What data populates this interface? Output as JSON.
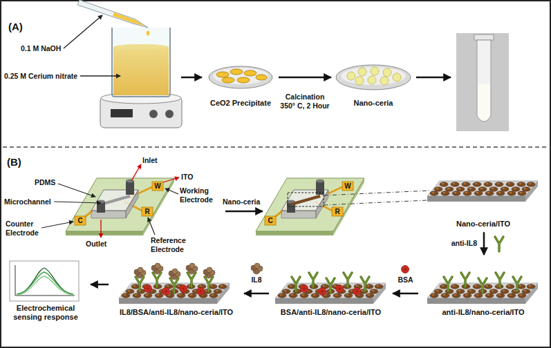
{
  "diagram": {
    "nodes": [
      {
        "text": [
          "CeO2 Precipitate"
        ]
      },
      {
        "text": [
          "Nano-ceria"
        ]
      },
      {
        "text": [
          "Nano-ceria/ITO"
        ]
      },
      {
        "text": [
          "anti-IL8/nano-ceria/ITO"
        ]
      },
      {
        "text": [
          "BSA/anti-IL8/nano-ceria/ITO"
        ]
      },
      {
        "text": [
          "IL8/BSA/anti-IL8/nano-ceria/ITO"
        ]
      },
      {
        "text": [
          "Electrochemical sensing response"
        ]
      }
    ],
    "edges": [
      {
        "from": 0,
        "to": 1,
        "label": "Calcination 350° C, 2 Hour",
        "arrow": "to"
      },
      {
        "from": 2,
        "to": 3,
        "label": "anti-IL8",
        "arrow": "to"
      },
      {
        "from": 3,
        "to": 4,
        "label": "BSA",
        "arrow": "to"
      },
      {
        "from": 4,
        "to": 5,
        "label": "IL8",
        "arrow": "to"
      },
      {
        "from": 5,
        "to": 6,
        "arrow": "to"
      }
    ],
    "labels": [
      "(A)",
      "0.1 M NaOH",
      "0.25 M Cerium nitrate",
      "(B)",
      "Inlet",
      "W",
      "ITO",
      "PDMS",
      "Working Electrode",
      "R",
      "Microchannel",
      "Reference Electrode",
      "C",
      "Counter Electrode",
      "Outlet",
      "Nano-ceria",
      "W",
      "R",
      "C"
    ]
  }
}
